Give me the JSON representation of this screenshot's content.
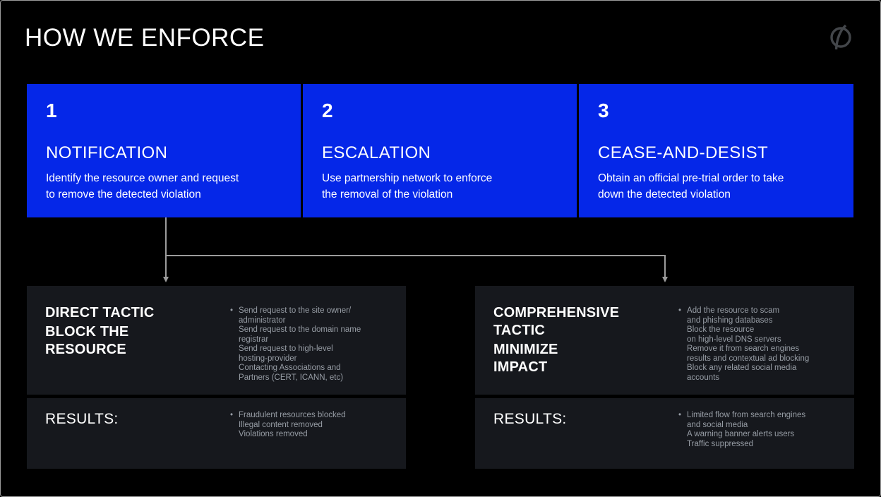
{
  "header": {
    "title": "HOW WE ENFORCE",
    "logo": "circle-slash-brand-mark"
  },
  "colors": {
    "accent_blue": "#0527E8",
    "panel_bg": "#16181D",
    "connector_gray": "#9C9C9C",
    "muted_bullet_text": "#979DA5",
    "subtitle_gray": "#7E838B",
    "logo_gray": "#43464A",
    "background": "#000000"
  },
  "ui": {
    "bullet": "•"
  },
  "steps": [
    {
      "number": "1",
      "title": "NOTIFICATION",
      "description": "Identify the resource owner and request\nto remove the detected violation"
    },
    {
      "number": "2",
      "title": "ESCALATION",
      "description": "Use partnership network to enforce\nthe removal of the violation"
    },
    {
      "number": "3",
      "title": "CEASE-AND-DESIST",
      "description": "Obtain an official pre-trial order to take\ndown the detected violation"
    }
  ],
  "tactics": {
    "left": {
      "type": "DIRECT TACTIC",
      "action": "BLOCK THE\nRESOURCE",
      "items": "Send request to the site owner/\nadministrator\nSend request to the domain name\nregistrar\nSend request to high-level\nhosting-provider\nContacting Associations and\nPartners (CERT, ICANN, etc)",
      "results_label": "RESULTS:",
      "results": "Fraudulent resources blocked\nIllegal content removed\nViolations removed"
    },
    "right": {
      "type": "COMPREHENSIVE\nTACTIC",
      "action": "MINIMIZE\nIMPACT",
      "items": "Add the resource to scam\nand phishing databases\nBlock the resource\non high-level DNS servers\nRemove it from search engines\nresults and contextual ad blocking\nBlock any related social media\naccounts",
      "results_label": "RESULTS:",
      "results": "Limited flow from search engines\nand social media\nA warning banner alerts users\nTraffic suppressed"
    }
  }
}
